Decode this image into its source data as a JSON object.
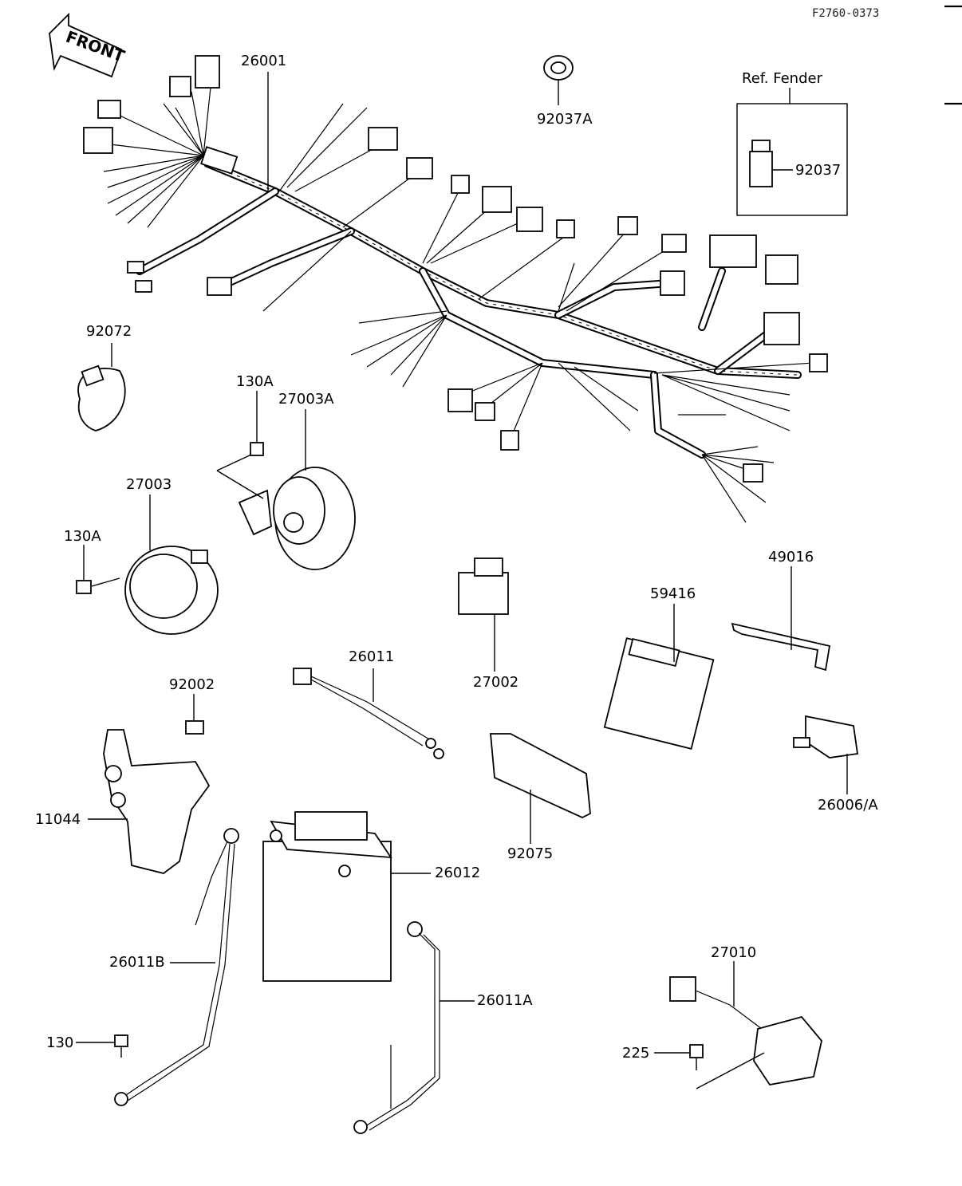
{
  "diagram_id": "F2760-0373",
  "front_arrow_label": "FRONT",
  "ref_box_title": "Ref. Fender",
  "parts": {
    "p26001": "26001",
    "p92037A": "92037A",
    "p92037": "92037",
    "p92072": "92072",
    "p130A_a": "130A",
    "p27003A": "27003A",
    "p27003": "27003",
    "p130A_b": "130A",
    "p27002": "27002",
    "p59416": "59416",
    "p49016": "49016",
    "p26011": "26011",
    "p92002": "92002",
    "p11044": "11044",
    "p26012": "26012",
    "p92075": "92075",
    "p26006A": "26006/A",
    "p26011B": "26011B",
    "p26011A": "26011A",
    "p130": "130",
    "p27010": "27010",
    "p225": "225"
  }
}
